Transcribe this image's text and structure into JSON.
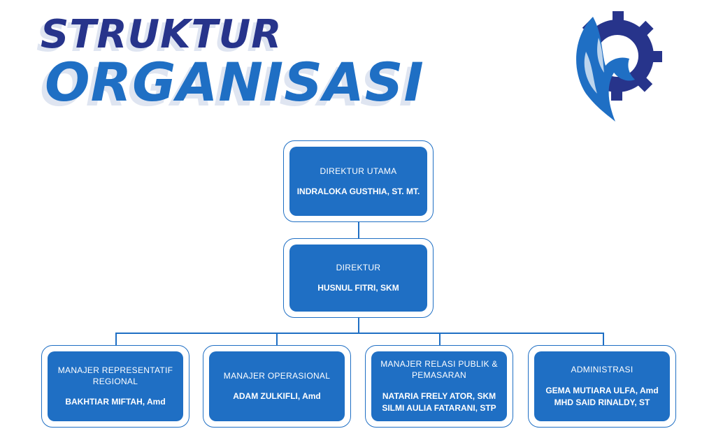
{
  "header": {
    "title_line1": "STRUKTUR",
    "title_line2": "ORGANISASI"
  },
  "colors": {
    "primary_blue": "#1f6fc4",
    "navy": "#27348b",
    "shadow": "#dfe5f1"
  },
  "logo": {
    "icon": "eagle-gear-logo"
  },
  "org": {
    "direktur_utama": {
      "role": "DIREKTUR UTAMA",
      "names": [
        "INDRALOKA GUSTHIA, ST. MT."
      ]
    },
    "direktur": {
      "role": "DIREKTUR",
      "names": [
        "HUSNUL FITRI, SKM"
      ]
    },
    "managers": [
      {
        "role": "MANAJER REPRESENTATIF REGIONAL",
        "names": [
          "BAKHTIAR MIFTAH, Amd"
        ]
      },
      {
        "role": "MANAJER OPERASIONAL",
        "names": [
          "ADAM ZULKIFLI, Amd"
        ]
      },
      {
        "role": "MANAJER RELASI PUBLIK & PEMASARAN",
        "names": [
          "NATARIA FRELY ATOR, SKM",
          "SILMI AULIA FATARANI, STP"
        ]
      },
      {
        "role": "ADMINISTRASI",
        "names": [
          "GEMA MUTIARA ULFA, Amd",
          "MHD SAID RINALDY, ST"
        ]
      }
    ]
  }
}
